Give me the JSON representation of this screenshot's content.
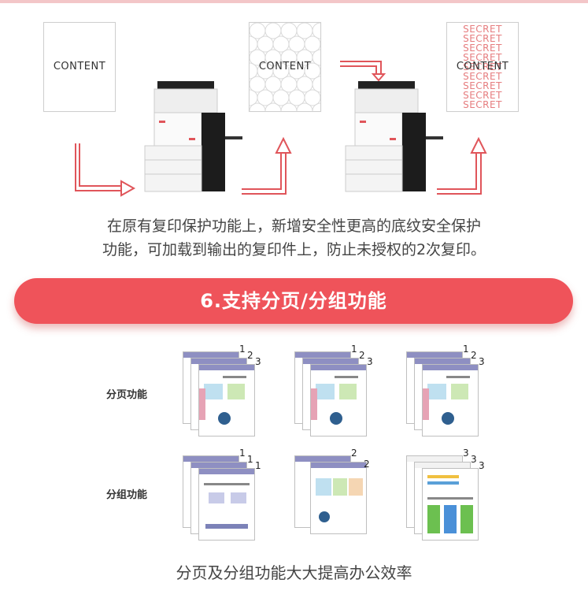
{
  "watermark_demo": {
    "plain_label": "CONTENT",
    "pattern_label": "CONTENT",
    "secret_label": "CONTENT",
    "secret_lines": [
      "SECRET",
      "SECRET",
      "SECRET",
      "SECRET",
      "SECRET",
      "SECRET",
      "SECRET",
      "SECRET",
      "SECRET"
    ],
    "description_line1": "在原有复印保护功能上，新增安全性更高的底纹安全保护",
    "description_line2": "功能，可加载到输出的复印件上，防止未授权的2次复印。"
  },
  "section": {
    "banner_title": "6.支持分页/分组功能",
    "sort_label": "分页功能",
    "group_label": "分组功能",
    "sort_numbers": [
      "1",
      "2",
      "3"
    ],
    "group_sets": [
      [
        "1",
        "1",
        "1"
      ],
      [
        "2",
        "2"
      ],
      [
        "3",
        "3",
        "3"
      ]
    ],
    "footer_text": "分页及分组功能大大提高办公效率"
  },
  "colors": {
    "accent": "#ef535a",
    "arrow": "#e0555a",
    "secret": "#e67d7f"
  }
}
